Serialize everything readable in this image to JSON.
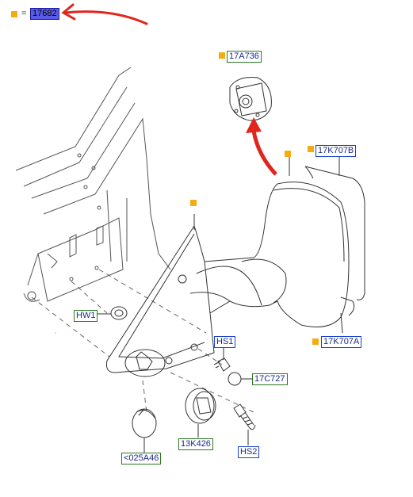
{
  "legend": {
    "equals": "=",
    "part_number": "17682"
  },
  "labels": {
    "top_assembly": "17A736",
    "glass_back": "17K707B",
    "glass_front": "17K707A",
    "washer": "HW1",
    "screw_small": "HS1",
    "cap": "17C727",
    "clip": "13K426",
    "screw_large": "HS2",
    "lamp": "<025A46"
  },
  "colors": {
    "marker": "#f3ad10",
    "label_blue": "#1a3fd0",
    "label_green": "#2b7a1f",
    "arrow_red": "#e0261c",
    "highlight": "#5a5ae8",
    "line": "#444444"
  },
  "icons": [
    "orange-marker-square",
    "red-pointer-arrow"
  ]
}
